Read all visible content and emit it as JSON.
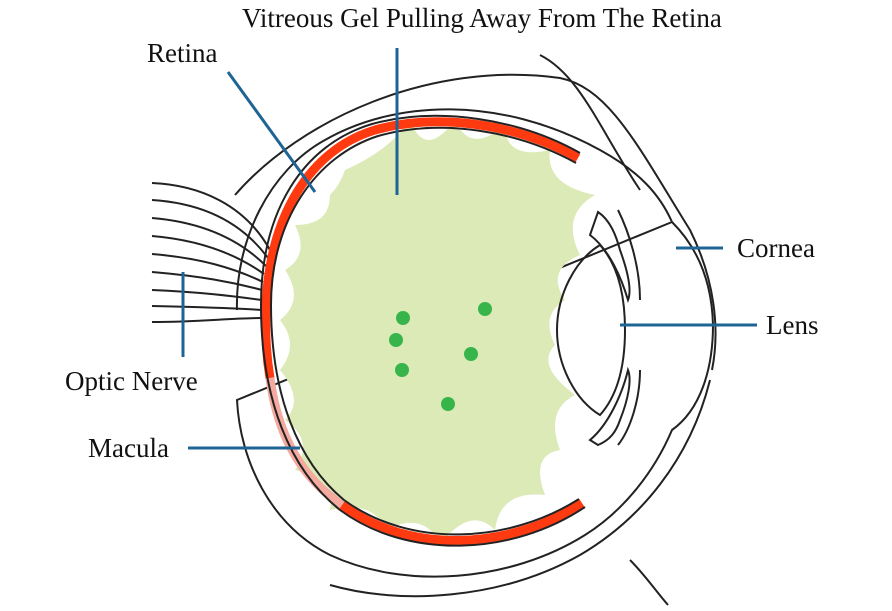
{
  "labels": {
    "vitreous": "Vitreous Gel Pulling Away From The Retina",
    "retina": "Retina",
    "cornea": "Cornea",
    "lens": "Lens",
    "optic_nerve": "Optic Nerve",
    "macula": "Macula"
  },
  "colors": {
    "retina": "#ff3a10",
    "macula": "#f5aaa0",
    "vitreous_gel": "#dceab8",
    "floaters": "#38b54a",
    "leader_lines": "#1e6494",
    "outline": "#222222"
  }
}
